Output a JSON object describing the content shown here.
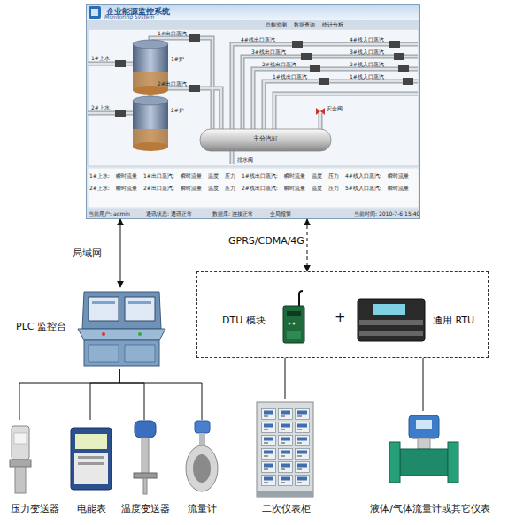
{
  "diagram": {
    "nodes": [
      {
        "text": [
          "企业能源监控系统"
        ]
      },
      {
        "text": [
          "PLC 监控台"
        ]
      },
      {
        "text": [
          "+"
        ]
      },
      {
        "text": [
          "DTU 模块"
        ],
        "in": 2
      },
      {
        "text": [
          "通用 RTU"
        ],
        "in": 2
      },
      {
        "text": [
          "压力变送器"
        ]
      },
      {
        "text": [
          "电能表"
        ]
      },
      {
        "text": [
          "温度变送器"
        ]
      },
      {
        "text": [
          "流量计"
        ]
      },
      {
        "text": [
          "二次仪表柜"
        ]
      },
      {
        "text": [
          "液体/气体流量计或其它仪表"
        ]
      }
    ],
    "edges": [
      {
        "from": 0,
        "to": 1,
        "arrow": "both",
        "label": "局域网"
      },
      {
        "from": 0,
        "to": 2,
        "arrow": "both",
        "label": "GPRS/CDMA/4G"
      },
      {
        "from": 1,
        "to": 5,
        "arrow": "none"
      },
      {
        "from": 1,
        "to": 6,
        "arrow": "none"
      },
      {
        "from": 1,
        "to": 7,
        "arrow": "none"
      },
      {
        "from": 1,
        "to": 8,
        "arrow": "none"
      },
      {
        "from": 2,
        "to": 9,
        "arrow": "none"
      },
      {
        "from": 2,
        "to": 10,
        "arrow": "none"
      }
    ],
    "labels": [
      "Monitoring System",
      "总貌监测",
      "数据查询",
      "统计分析",
      "1#上水",
      "1#炉",
      "1#出口蒸汽",
      "2#上水",
      "2#炉",
      "2#出口蒸汽",
      "4#线出口蒸汽",
      "3#线出口蒸汽",
      "2#线出口蒸汽",
      "1#线出口蒸汽",
      "4#线入口蒸汽",
      "3#线入口蒸汽",
      "2#线入口蒸汽",
      "1#线入口蒸汽",
      "主分汽缸",
      "安全阀",
      "排水阀",
      "1#上水:",
      "瞬时流量",
      "1#出口蒸汽:",
      "瞬时流量",
      "温度",
      "压力",
      "1#线出口蒸汽:",
      "瞬时流量",
      "温度",
      "压力",
      "4#线入口蒸汽:",
      "瞬时流量",
      "2#上水:",
      "瞬时流量",
      "2#出口蒸汽:",
      "瞬时流量",
      "温度",
      "压力",
      "2#线出口蒸汽:",
      "瞬时流量",
      "温度",
      "压力",
      "5#线入口蒸汽:",
      "瞬时流量",
      "当前用户: admin",
      "通讯状态: 通讯正常",
      "数据库: 连接正常",
      "全局报警",
      "当前时间: 2010-7-6 15:40"
    ]
  }
}
